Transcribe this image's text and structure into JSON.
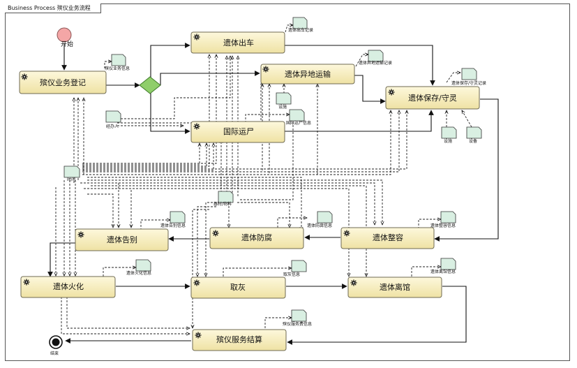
{
  "diagram": {
    "title": "Business Process 殡仪业务流程",
    "start_label": "开始",
    "end_label": "结束",
    "activities": {
      "registration": "殡仪业务登记",
      "transport_out": "遗体出车",
      "transport_remote": "遗体异地运输",
      "intl_transport": "国际运尸",
      "preserve": "遗体保存/守灵",
      "farewell": "遗体告别",
      "embalm": "遗体防腐",
      "makeup": "遗体整容",
      "cremation": "遗体火化",
      "ash_pickup": "取灰",
      "leave": "遗体离馆",
      "settlement": "殡仪服务结算"
    },
    "objects": {
      "funeral_info": "殡仪业务信息",
      "out_record": "遗体出车记录",
      "remote_record": "遗体异地运输记录",
      "preserve_record": "遗体保存/守灵记录",
      "facility_1": "设施",
      "intl_info": "国际运尸信息",
      "handler": "经办人",
      "facility_2": "设施",
      "equipment": "设备",
      "time": "时间",
      "supplies": "器材/物料",
      "farewell_info": "遗体告别信息",
      "embalm_info": "遗体防腐信息",
      "makeup_info": "遗体整容信息",
      "cremation_info": "遗体火化信息",
      "ash_info": "取灰信息",
      "leave_info": "遗体离馆信息",
      "fee_info": "殡仪服务费信息"
    },
    "colors": {
      "activity_fill_top": "#fdf8dc",
      "activity_fill_bottom": "#efe2a4",
      "activity_border": "#6f6a52",
      "decision_fill": "#8fce6a",
      "start_fill": "#f4a6a6",
      "object_fill": "#d9efe2",
      "line": "#111111"
    }
  }
}
